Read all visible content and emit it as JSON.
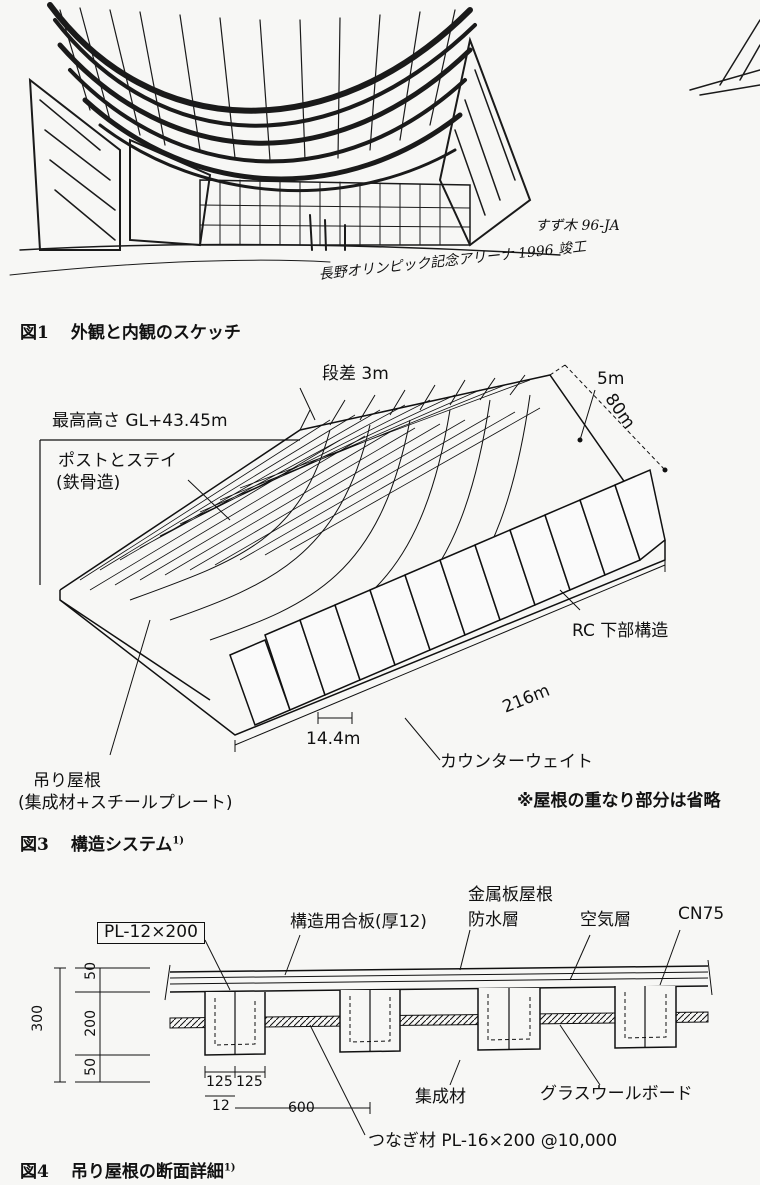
{
  "fig1": {
    "caption_num": "図1",
    "caption_text": "外観と内観のスケッチ",
    "sketch_signature": "すず木 96-JA",
    "sketch_note": "長野オリンピック記念アリーナ 1996 竣工"
  },
  "fig3": {
    "caption_num": "図3",
    "caption_text": "構造システム",
    "caption_ref": "1)",
    "labels": {
      "step": "段差 3m",
      "max_height": "最高高さ GL+43.45m",
      "post_stay": "ポストとステイ",
      "post_stay_sub": "(鉄骨造)",
      "dim_5m": "5m",
      "dim_80m": "80m",
      "rc": "RC 下部構造",
      "dim_216m": "216m",
      "dim_14_4m": "14.4m",
      "counterweight": "カウンターウェイト",
      "roof": "吊り屋根",
      "roof_sub": "(集成材+スチールプレート)",
      "note": "※屋根の重なり部分は省略"
    }
  },
  "fig4": {
    "caption_num": "図4",
    "caption_text": "吊り屋根の断面詳細",
    "caption_ref": "1)",
    "labels": {
      "pl": "PL-12×200",
      "plywood": "構造用合板(厚12)",
      "metal_roof": "金属板屋根",
      "waterproof": "防水層",
      "air": "空気層",
      "cn75": "CN75",
      "glulam": "集成材",
      "glasswool": "グラスウールボード",
      "tie": "つなぎ材 PL-16×200 @10,000",
      "d300": "300",
      "d200": "200",
      "d50a": "50",
      "d50b": "50",
      "d125a": "125",
      "d125b": "125",
      "d12": "12",
      "d600": "600"
    }
  }
}
